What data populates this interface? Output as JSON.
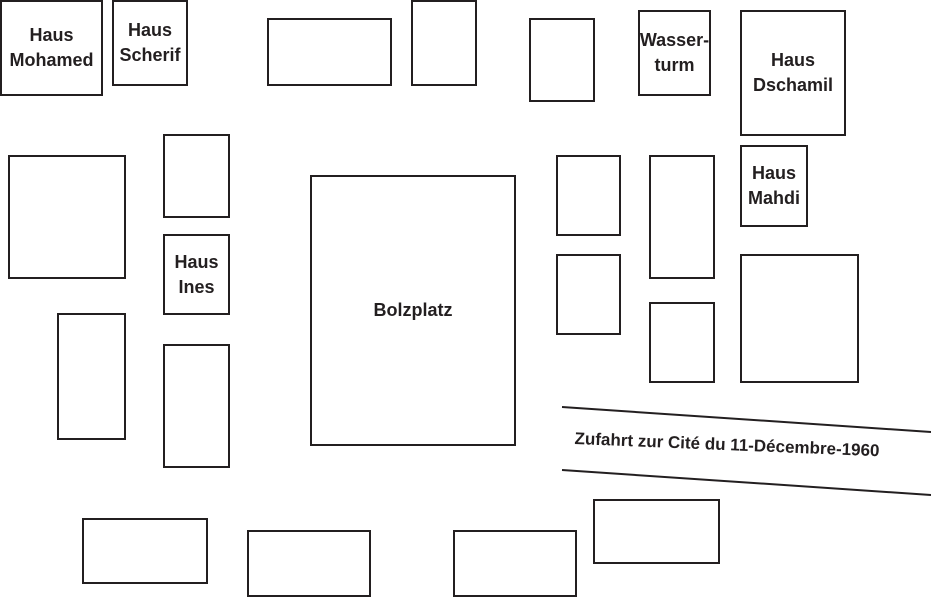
{
  "map": {
    "labels": {
      "haus_mohamed": [
        "Haus",
        "Mohamed"
      ],
      "haus_scherif": [
        "Haus",
        "Scherif"
      ],
      "wasserturm": [
        "Wasser-",
        "turm"
      ],
      "haus_dschamil": [
        "Haus",
        "Dschamil"
      ],
      "haus_mahdi": [
        "Haus",
        "Mahdi"
      ],
      "haus_ines": [
        "Haus",
        "Ines"
      ],
      "bolzplatz": "Bolzplatz"
    },
    "road": {
      "label": "Zufahrt zur Cité du 11-Décembre-1960"
    },
    "colors": {
      "line": "#231f20",
      "background": "#ffffff"
    }
  }
}
